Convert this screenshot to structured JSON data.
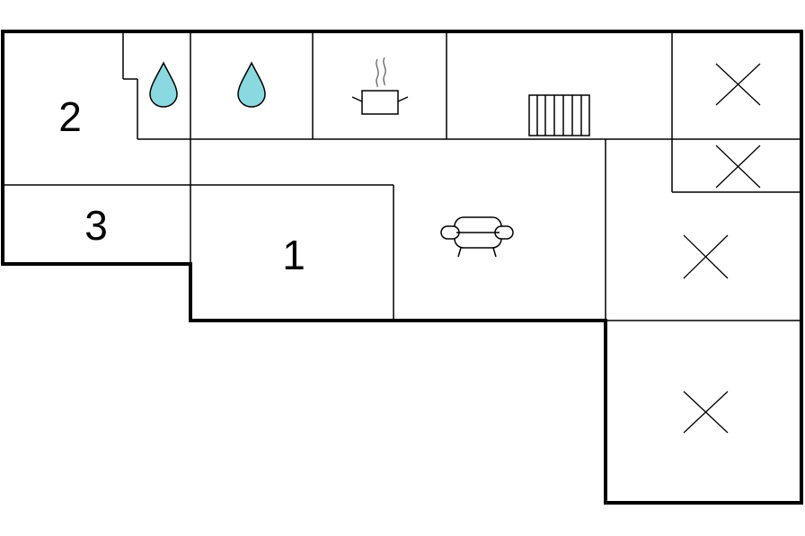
{
  "rooms": [
    {
      "id": "room-1",
      "label": "1"
    },
    {
      "id": "room-2",
      "label": "2"
    },
    {
      "id": "room-3",
      "label": "3"
    }
  ],
  "icons": [
    "water-drop-icon",
    "water-drop-icon",
    "cooking-pot-icon",
    "radiator-icon",
    "sofa-icon",
    "cross-icon"
  ]
}
